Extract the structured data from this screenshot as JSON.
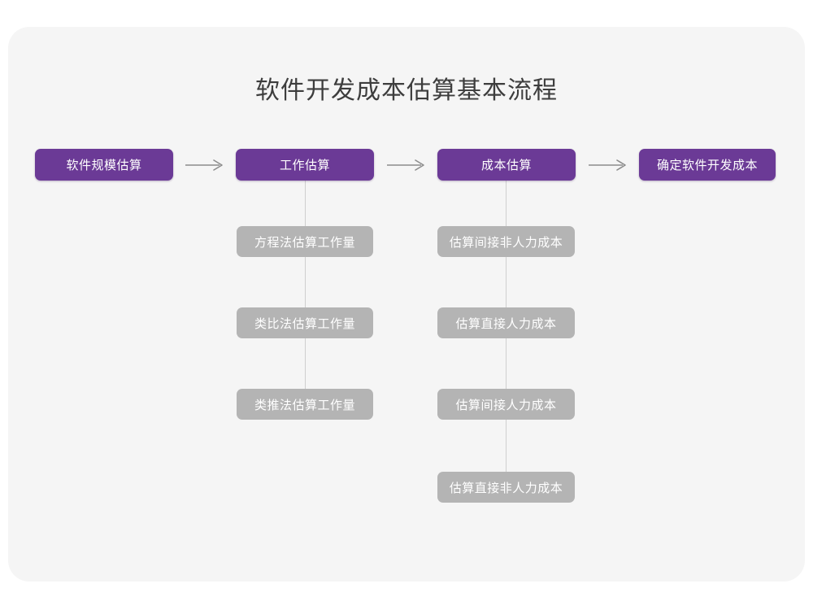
{
  "page": {
    "title": "软件开发成本估算基本流程",
    "background_color": "#ffffff",
    "card_color": "#f5f5f5"
  },
  "theme": {
    "primary_color": "#6b3a96",
    "secondary_color": "#b4b4b4",
    "connector_color": "#cfcfcf",
    "arrow_color": "#8c8c8c",
    "title_color": "#3d3d3d",
    "node_text_color": "#ffffff"
  },
  "diagram": {
    "type": "flowchart",
    "orientation": "left-to-right with vertical sub-steps",
    "stages": [
      {
        "id": "stage-1",
        "label": "软件规模估算",
        "substeps": []
      },
      {
        "id": "stage-2",
        "label": "工作估算",
        "substeps": [
          "方程法估算工作量",
          "类比法估算工作量",
          "类推法估算工作量"
        ]
      },
      {
        "id": "stage-3",
        "label": "成本估算",
        "substeps": [
          "估算间接非人力成本",
          "估算直接人力成本",
          "估算间接人力成本",
          "估算直接非人力成本"
        ]
      },
      {
        "id": "stage-4",
        "label": "确定软件开发成本",
        "substeps": []
      }
    ],
    "connectors": [
      {
        "from": "stage-1",
        "to": "stage-2",
        "glyph": "arrow-right-icon"
      },
      {
        "from": "stage-2",
        "to": "stage-3",
        "glyph": "arrow-right-icon"
      },
      {
        "from": "stage-3",
        "to": "stage-4",
        "glyph": "arrow-right-icon"
      }
    ]
  }
}
